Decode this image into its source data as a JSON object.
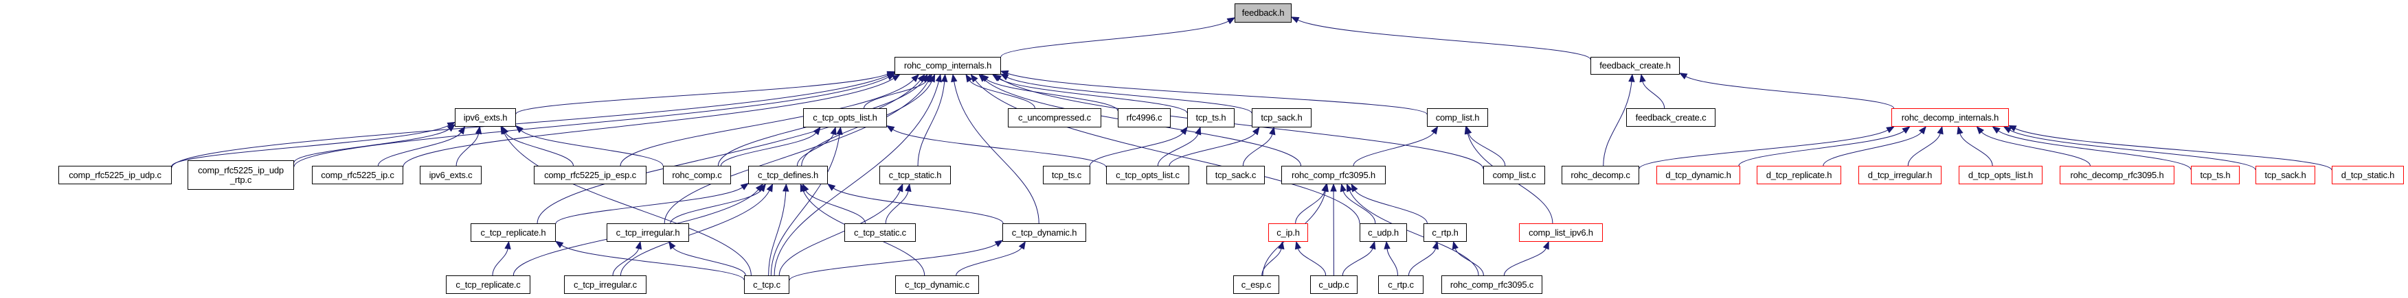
{
  "diagram": {
    "title": "feedback.h",
    "type": "include dependency graph",
    "colors": {
      "edge": "#191970",
      "root_fill": "#bfbfbf",
      "node_border": "#000000",
      "incomplete_border": "#ff0000"
    },
    "nodes": [
      {
        "id": "feedback_h",
        "label": "feedback.h",
        "kind": "root"
      },
      {
        "id": "rohc_comp_internals_h",
        "label": "rohc_comp_internals.h",
        "kind": "normal"
      },
      {
        "id": "feedback_create_h",
        "label": "feedback_create.h",
        "kind": "normal"
      },
      {
        "id": "ipv6_exts_h",
        "label": "ipv6_exts.h",
        "kind": "normal"
      },
      {
        "id": "c_tcp_opts_list_h",
        "label": "c_tcp_opts_list.h",
        "kind": "normal"
      },
      {
        "id": "c_uncompressed_c",
        "label": "c_uncompressed.c",
        "kind": "normal"
      },
      {
        "id": "rfc4996_c",
        "label": "rfc4996.c",
        "kind": "normal"
      },
      {
        "id": "tcp_ts_h",
        "label": "tcp_ts.h",
        "kind": "normal"
      },
      {
        "id": "tcp_sack_h",
        "label": "tcp_sack.h",
        "kind": "normal"
      },
      {
        "id": "comp_list_h",
        "label": "comp_list.h",
        "kind": "normal"
      },
      {
        "id": "feedback_create_c",
        "label": "feedback_create.c",
        "kind": "normal"
      },
      {
        "id": "rohc_decomp_internals_h",
        "label": "rohc_decomp_internals.h",
        "kind": "incomplete"
      },
      {
        "id": "comp_rfc5225_ip_udp_c",
        "label": "comp_rfc5225_ip_udp.c",
        "kind": "normal"
      },
      {
        "id": "comp_rfc5225_ip_udp_rtp_c",
        "label": "comp_rfc5225_ip_udp\n_rtp.c",
        "kind": "normal"
      },
      {
        "id": "comp_rfc5225_ip_c",
        "label": "comp_rfc5225_ip.c",
        "kind": "normal"
      },
      {
        "id": "ipv6_exts_c",
        "label": "ipv6_exts.c",
        "kind": "normal"
      },
      {
        "id": "comp_rfc5225_ip_esp_c",
        "label": "comp_rfc5225_ip_esp.c",
        "kind": "normal"
      },
      {
        "id": "rohc_comp_c",
        "label": "rohc_comp.c",
        "kind": "normal"
      },
      {
        "id": "c_tcp_defines_h",
        "label": "c_tcp_defines.h",
        "kind": "normal"
      },
      {
        "id": "c_tcp_static_h",
        "label": "c_tcp_static.h",
        "kind": "normal"
      },
      {
        "id": "tcp_ts_c",
        "label": "tcp_ts.c",
        "kind": "normal"
      },
      {
        "id": "c_tcp_opts_list_c",
        "label": "c_tcp_opts_list.c",
        "kind": "normal"
      },
      {
        "id": "tcp_sack_c",
        "label": "tcp_sack.c",
        "kind": "normal"
      },
      {
        "id": "rohc_comp_rfc3095_h",
        "label": "rohc_comp_rfc3095.h",
        "kind": "normal"
      },
      {
        "id": "comp_list_c",
        "label": "comp_list.c",
        "kind": "normal"
      },
      {
        "id": "rohc_decomp_c",
        "label": "rohc_decomp.c",
        "kind": "normal"
      },
      {
        "id": "d_tcp_dynamic_h",
        "label": "d_tcp_dynamic.h",
        "kind": "incomplete"
      },
      {
        "id": "d_tcp_replicate_h",
        "label": "d_tcp_replicate.h",
        "kind": "incomplete"
      },
      {
        "id": "d_tcp_irregular_h",
        "label": "d_tcp_irregular.h",
        "kind": "incomplete"
      },
      {
        "id": "d_tcp_opts_list_h",
        "label": "d_tcp_opts_list.h",
        "kind": "incomplete"
      },
      {
        "id": "rohc_decomp_rfc3095_h",
        "label": "rohc_decomp_rfc3095.h",
        "kind": "incomplete"
      },
      {
        "id": "tcp_ts_h_d",
        "label": "tcp_ts.h",
        "kind": "incomplete"
      },
      {
        "id": "tcp_sack_h_d",
        "label": "tcp_sack.h",
        "kind": "incomplete"
      },
      {
        "id": "d_tcp_static_h",
        "label": "d_tcp_static.h",
        "kind": "incomplete"
      },
      {
        "id": "c_tcp_replicate_h",
        "label": "c_tcp_replicate.h",
        "kind": "normal"
      },
      {
        "id": "c_tcp_irregular_h",
        "label": "c_tcp_irregular.h",
        "kind": "normal"
      },
      {
        "id": "c_tcp_static_c",
        "label": "c_tcp_static.c",
        "kind": "normal"
      },
      {
        "id": "c_tcp_dynamic_h",
        "label": "c_tcp_dynamic.h",
        "kind": "normal"
      },
      {
        "id": "c_ip_h",
        "label": "c_ip.h",
        "kind": "incomplete"
      },
      {
        "id": "c_udp_h",
        "label": "c_udp.h",
        "kind": "normal"
      },
      {
        "id": "c_rtp_h",
        "label": "c_rtp.h",
        "kind": "normal"
      },
      {
        "id": "comp_list_ipv6_h",
        "label": "comp_list_ipv6.h",
        "kind": "incomplete"
      },
      {
        "id": "c_tcp_replicate_c",
        "label": "c_tcp_replicate.c",
        "kind": "normal"
      },
      {
        "id": "c_tcp_irregular_c",
        "label": "c_tcp_irregular.c",
        "kind": "normal"
      },
      {
        "id": "c_tcp_c",
        "label": "c_tcp.c",
        "kind": "normal"
      },
      {
        "id": "c_tcp_dynamic_c",
        "label": "c_tcp_dynamic.c",
        "kind": "normal"
      },
      {
        "id": "c_esp_c",
        "label": "c_esp.c",
        "kind": "normal"
      },
      {
        "id": "c_udp_c",
        "label": "c_udp.c",
        "kind": "normal"
      },
      {
        "id": "c_rtp_c",
        "label": "c_rtp.c",
        "kind": "normal"
      },
      {
        "id": "rohc_comp_rfc3095_c",
        "label": "rohc_comp_rfc3095.c",
        "kind": "normal"
      }
    ],
    "edges": [
      {
        "from": "rohc_comp_internals_h",
        "to": "feedback_h"
      },
      {
        "from": "feedback_create_h",
        "to": "feedback_h"
      },
      {
        "from": "ipv6_exts_h",
        "to": "rohc_comp_internals_h"
      },
      {
        "from": "c_tcp_opts_list_h",
        "to": "rohc_comp_internals_h"
      },
      {
        "from": "c_uncompressed_c",
        "to": "rohc_comp_internals_h"
      },
      {
        "from": "rfc4996_c",
        "to": "rohc_comp_internals_h"
      },
      {
        "from": "tcp_ts_h",
        "to": "rohc_comp_internals_h"
      },
      {
        "from": "tcp_sack_h",
        "to": "rohc_comp_internals_h"
      },
      {
        "from": "comp_list_h",
        "to": "rohc_comp_internals_h"
      },
      {
        "from": "comp_rfc5225_ip_udp_c",
        "to": "rohc_comp_internals_h"
      },
      {
        "from": "comp_rfc5225_ip_udp_rtp_c",
        "to": "rohc_comp_internals_h"
      },
      {
        "from": "comp_rfc5225_ip_c",
        "to": "rohc_comp_internals_h"
      },
      {
        "from": "comp_rfc5225_ip_esp_c",
        "to": "rohc_comp_internals_h"
      },
      {
        "from": "rohc_comp_c",
        "to": "rohc_comp_internals_h"
      },
      {
        "from": "c_tcp_defines_h",
        "to": "rohc_comp_internals_h"
      },
      {
        "from": "c_tcp_static_h",
        "to": "rohc_comp_internals_h"
      },
      {
        "from": "rohc_comp_rfc3095_h",
        "to": "rohc_comp_internals_h"
      },
      {
        "from": "comp_list_c",
        "to": "rohc_comp_internals_h"
      },
      {
        "from": "c_tcp_replicate_h",
        "to": "rohc_comp_internals_h"
      },
      {
        "from": "c_tcp_irregular_h",
        "to": "rohc_comp_internals_h"
      },
      {
        "from": "c_tcp_dynamic_h",
        "to": "rohc_comp_internals_h"
      },
      {
        "from": "c_tcp_c",
        "to": "rohc_comp_internals_h"
      },
      {
        "from": "c_udp_h",
        "to": "rohc_comp_internals_h"
      },
      {
        "from": "feedback_create_c",
        "to": "feedback_create_h"
      },
      {
        "from": "rohc_decomp_internals_h",
        "to": "feedback_create_h"
      },
      {
        "from": "rohc_decomp_c",
        "to": "feedback_create_h"
      },
      {
        "from": "rohc_decomp_c",
        "to": "rohc_decomp_internals_h"
      },
      {
        "from": "d_tcp_dynamic_h",
        "to": "rohc_decomp_internals_h"
      },
      {
        "from": "d_tcp_replicate_h",
        "to": "rohc_decomp_internals_h"
      },
      {
        "from": "d_tcp_irregular_h",
        "to": "rohc_decomp_internals_h"
      },
      {
        "from": "d_tcp_opts_list_h",
        "to": "rohc_decomp_internals_h"
      },
      {
        "from": "rohc_decomp_rfc3095_h",
        "to": "rohc_decomp_internals_h"
      },
      {
        "from": "tcp_ts_h_d",
        "to": "rohc_decomp_internals_h"
      },
      {
        "from": "tcp_sack_h_d",
        "to": "rohc_decomp_internals_h"
      },
      {
        "from": "d_tcp_static_h",
        "to": "rohc_decomp_internals_h"
      },
      {
        "from": "comp_rfc5225_ip_udp_c",
        "to": "ipv6_exts_h"
      },
      {
        "from": "comp_rfc5225_ip_udp_rtp_c",
        "to": "ipv6_exts_h"
      },
      {
        "from": "comp_rfc5225_ip_c",
        "to": "ipv6_exts_h"
      },
      {
        "from": "ipv6_exts_c",
        "to": "ipv6_exts_h"
      },
      {
        "from": "comp_rfc5225_ip_esp_c",
        "to": "ipv6_exts_h"
      },
      {
        "from": "rohc_comp_c",
        "to": "ipv6_exts_h"
      },
      {
        "from": "c_tcp_c",
        "to": "ipv6_exts_h"
      },
      {
        "from": "rohc_comp_c",
        "to": "c_tcp_opts_list_h"
      },
      {
        "from": "c_tcp_defines_h",
        "to": "c_tcp_opts_list_h"
      },
      {
        "from": "c_tcp_opts_list_c",
        "to": "c_tcp_opts_list_h"
      },
      {
        "from": "c_tcp_c",
        "to": "c_tcp_opts_list_h"
      },
      {
        "from": "tcp_ts_c",
        "to": "tcp_ts_h"
      },
      {
        "from": "c_tcp_opts_list_c",
        "to": "tcp_ts_h"
      },
      {
        "from": "c_tcp_opts_list_c",
        "to": "tcp_sack_h"
      },
      {
        "from": "tcp_sack_c",
        "to": "tcp_sack_h"
      },
      {
        "from": "rohc_comp_rfc3095_h",
        "to": "comp_list_h"
      },
      {
        "from": "comp_list_c",
        "to": "comp_list_h"
      },
      {
        "from": "comp_list_ipv6_h",
        "to": "comp_list_h"
      },
      {
        "from": "c_tcp_replicate_h",
        "to": "c_tcp_defines_h"
      },
      {
        "from": "c_tcp_irregular_h",
        "to": "c_tcp_defines_h"
      },
      {
        "from": "c_tcp_static_c",
        "to": "c_tcp_defines_h"
      },
      {
        "from": "c_tcp_dynamic_h",
        "to": "c_tcp_defines_h"
      },
      {
        "from": "c_tcp_c",
        "to": "c_tcp_defines_h"
      },
      {
        "from": "c_tcp_dynamic_c",
        "to": "c_tcp_defines_h"
      },
      {
        "from": "c_tcp_replicate_c",
        "to": "c_tcp_defines_h"
      },
      {
        "from": "c_tcp_irregular_c",
        "to": "c_tcp_defines_h"
      },
      {
        "from": "c_tcp_static_c",
        "to": "c_tcp_static_h"
      },
      {
        "from": "c_tcp_c",
        "to": "c_tcp_static_h"
      },
      {
        "from": "c_ip_h",
        "to": "rohc_comp_rfc3095_h"
      },
      {
        "from": "c_udp_h",
        "to": "rohc_comp_rfc3095_h"
      },
      {
        "from": "c_rtp_h",
        "to": "rohc_comp_rfc3095_h"
      },
      {
        "from": "c_esp_c",
        "to": "rohc_comp_rfc3095_h"
      },
      {
        "from": "c_udp_c",
        "to": "rohc_comp_rfc3095_h"
      },
      {
        "from": "rohc_comp_rfc3095_c",
        "to": "rohc_comp_rfc3095_h"
      },
      {
        "from": "c_tcp_replicate_c",
        "to": "c_tcp_replicate_h"
      },
      {
        "from": "c_tcp_c",
        "to": "c_tcp_replicate_h"
      },
      {
        "from": "c_tcp_irregular_c",
        "to": "c_tcp_irregular_h"
      },
      {
        "from": "c_tcp_c",
        "to": "c_tcp_irregular_h"
      },
      {
        "from": "c_tcp_c",
        "to": "c_tcp_dynamic_h"
      },
      {
        "from": "c_tcp_dynamic_c",
        "to": "c_tcp_dynamic_h"
      },
      {
        "from": "c_esp_c",
        "to": "c_ip_h"
      },
      {
        "from": "c_udp_c",
        "to": "c_ip_h"
      },
      {
        "from": "c_udp_c",
        "to": "c_udp_h"
      },
      {
        "from": "c_rtp_c",
        "to": "c_udp_h"
      },
      {
        "from": "c_rtp_c",
        "to": "c_rtp_h"
      },
      {
        "from": "rohc_comp_rfc3095_c",
        "to": "c_rtp_h"
      },
      {
        "from": "rohc_comp_rfc3095_c",
        "to": "comp_list_ipv6_h"
      }
    ]
  }
}
